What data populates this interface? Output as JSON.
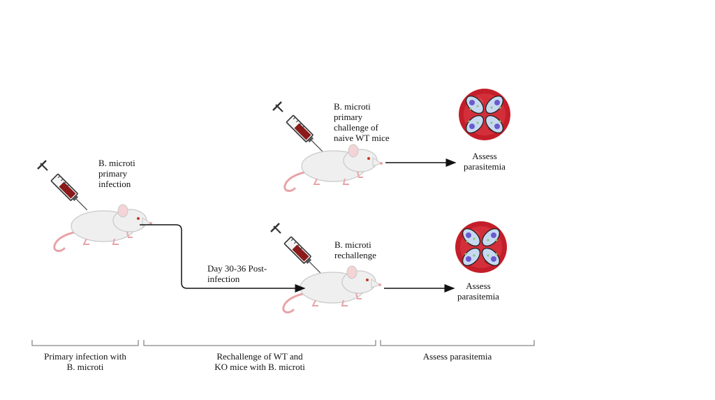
{
  "labels": {
    "primary_infection": "B. microti\nprimary\ninfection",
    "naive_challenge": "B. microti\nprimary\nchallenge of\nnaive WT mice",
    "rechallenge": "B. microti\nrechallenge",
    "day_post_infection": "Day 30-36 Post-\ninfection",
    "assess_top": "Assess\nparasitemia",
    "assess_bottom": "Assess\nparasitemia"
  },
  "stages": [
    {
      "label": "Primary infection with\nB. microti"
    },
    {
      "label": "Rechallenge of WT and\nKO mice with B. microti"
    },
    {
      "label": "Assess parasitemia"
    }
  ],
  "colors": {
    "mouse_body": "#efefef",
    "mouse_outline": "#c9c9c9",
    "mouse_pink": "#e8a3a8",
    "syringe_fill": "#8b1a1a",
    "rbc_red": "#c41e2a",
    "rbc_light": "#e04a55",
    "parasite_blue": "#c6d9f1",
    "arrow": "#111111",
    "bracket": "#888888"
  }
}
